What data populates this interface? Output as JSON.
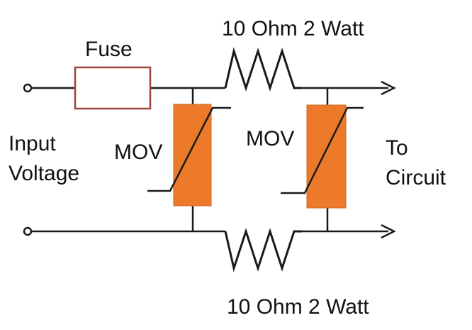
{
  "labels": {
    "top_resistor": "10 Ohm 2 Watt",
    "bottom_resistor": "10 Ohm 2 Watt",
    "fuse": "Fuse",
    "input_line1": "Input",
    "input_line2": "Voltage",
    "mov_left": "MOV",
    "mov_right": "MOV",
    "output_line1": "To",
    "output_line2": "Circuit"
  },
  "colors": {
    "wire": "#1a1a1a",
    "fuse_outline": "#a0423c",
    "mov_fill": "#ec7a2a",
    "background": "#ffffff"
  }
}
